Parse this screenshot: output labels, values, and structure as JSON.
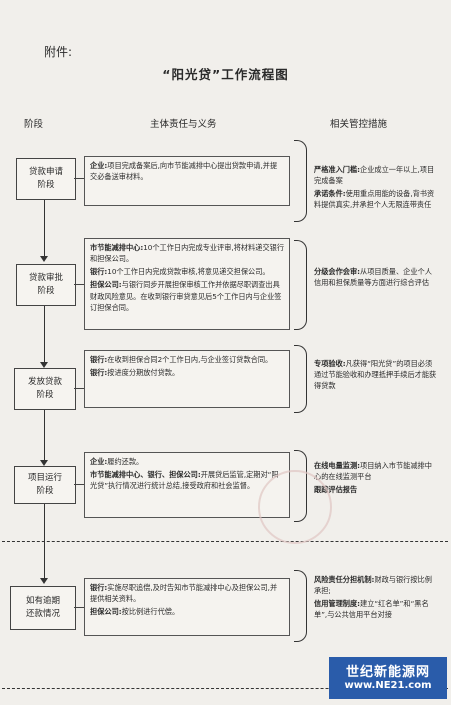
{
  "attachment": "附件:",
  "title": "“阳光贷”工作流程图",
  "headers": {
    "stage": "阶段",
    "duty": "主体责任与义务",
    "control": "相关管控措施"
  },
  "stages": [
    {
      "line1": "贷款申请",
      "line2": "阶段"
    },
    {
      "line1": "贷款审批",
      "line2": "阶段"
    },
    {
      "line1": "发放贷款",
      "line2": "阶段"
    },
    {
      "line1": "项目运行",
      "line2": "阶段"
    },
    {
      "line1": "如有逾期",
      "line2": "还款情况"
    }
  ],
  "duties": [
    {
      "items": [
        {
          "who": "企业:",
          "text": "项目完成备案后,向市节能减排中心提出贷款申请,并提交必备送审材料。"
        }
      ]
    },
    {
      "items": [
        {
          "who": "市节能减排中心:",
          "text": "10个工作日内完成专业评审,将材料递交银行和担保公司。"
        },
        {
          "who": "银行:",
          "text": "10个工作日内完成贷款审核,将意见递交担保公司。"
        },
        {
          "who": "担保公司:",
          "text": "与银行同步开展担保审核工作并依据尽职调查出具财政风险意见。在收到银行审贷意见后5个工作日内与企业签订担保合同。"
        }
      ]
    },
    {
      "items": [
        {
          "who": "银行:",
          "text": "在收到担保合同2个工作日内,与企业签订贷款合同。"
        },
        {
          "who": "银行:",
          "text": "按进度分期放付贷款。"
        }
      ]
    },
    {
      "items": [
        {
          "who": "企业:",
          "text": "履约还款。"
        },
        {
          "who": "市节能减排中心、银行、担保公司:",
          "text": "开展贷后监管,定期对“阳光贷”执行情况进行统计总结,接受政府和社会监督。"
        }
      ]
    },
    {
      "items": [
        {
          "who": "银行:",
          "text": "实施尽职追偿,及时告知市节能减排中心及担保公司,并提供相关资料。"
        },
        {
          "who": "担保公司:",
          "text": "按比例进行代偿。"
        }
      ]
    }
  ],
  "controls": [
    {
      "items": [
        {
          "head": "严格准入门槛:",
          "text": "企业成立一年以上,项目完成备案"
        },
        {
          "head": "承诺条件:",
          "text": "使用重点用能的设备,背书资料提供真实,并承担个人无限连带责任"
        }
      ]
    },
    {
      "items": [
        {
          "head": "分级会作会审:",
          "text": "从项目质量、企业个人信用和担保质量等方面进行综合评估"
        }
      ]
    },
    {
      "items": [
        {
          "head": "专项验收:",
          "text": "凡获得“阳光贷”的项目必须通过节能验收和办理抵押手续后才能获得贷款"
        }
      ]
    },
    {
      "items": [
        {
          "head": "在线电量监测:",
          "text": "项目纳入市节能减排中心的在线监测平台"
        },
        {
          "head": "",
          "text": "跟踪评估报告"
        }
      ]
    },
    {
      "items": [
        {
          "head": "风险责任分担机制:",
          "text": "财政与银行按比例承担;"
        },
        {
          "head": "信用管理制度:",
          "text": "建立“红名单”和“黑名单”,与公共信用平台对接"
        }
      ]
    }
  ],
  "watermark": {
    "line1": "世纪新能源网",
    "line2": "www.NE21.com"
  }
}
